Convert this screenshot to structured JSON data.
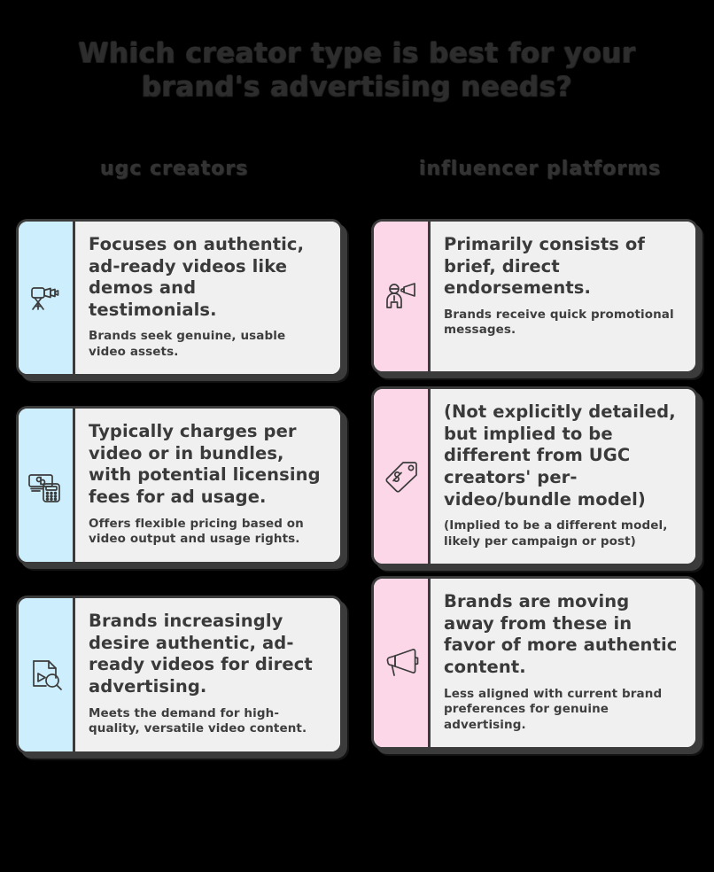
{
  "title": "Which creator type is best for your brand's advertising needs?",
  "columns": [
    {
      "label": "ugc creators",
      "accent": "#cdeffd"
    },
    {
      "label": "influencer platforms",
      "accent": "#fcd7e8"
    }
  ],
  "colors": {
    "background": "#000000",
    "card_body": "#f0f0f0",
    "card_border": "#3b3b3b",
    "ink": "#3a3a3a",
    "accent_blue": "#cdeffd",
    "accent_pink": "#fcd7e8"
  },
  "rows": [
    {
      "left": {
        "icon": "video-camera-tripod-icon",
        "accent": "blue",
        "main": "Focuses on authentic, ad-ready videos like demos and testimonials.",
        "sub": "Brands seek genuine, usable video assets."
      },
      "right": {
        "icon": "person-with-megaphone-icon",
        "accent": "pink",
        "main": "Primarily consists of brief, direct endorsements.",
        "sub": "Brands receive quick promotional messages."
      }
    },
    {
      "left": {
        "icon": "money-calculator-icon",
        "accent": "blue",
        "main": "Typically charges per video or in bundles, with potential licensing fees for ad usage.",
        "sub": "Offers flexible pricing based on video output and usage rights."
      },
      "right": {
        "icon": "price-tag-icon",
        "accent": "pink",
        "main": "(Not explicitly detailed, but implied to be different from UGC creators' per-video/bundle model)",
        "sub": "(Implied to be a different model, likely per campaign or post)"
      }
    },
    {
      "left": {
        "icon": "video-file-search-icon",
        "accent": "blue",
        "main": "Brands increasingly desire authentic, ad-ready videos for direct advertising.",
        "sub": "Meets the demand for high-quality, versatile video content."
      },
      "right": {
        "icon": "megaphone-icon",
        "accent": "pink",
        "main": "Brands are moving away from these in favor of more authentic content.",
        "sub": "Less aligned with current brand preferences for genuine advertising."
      }
    }
  ]
}
